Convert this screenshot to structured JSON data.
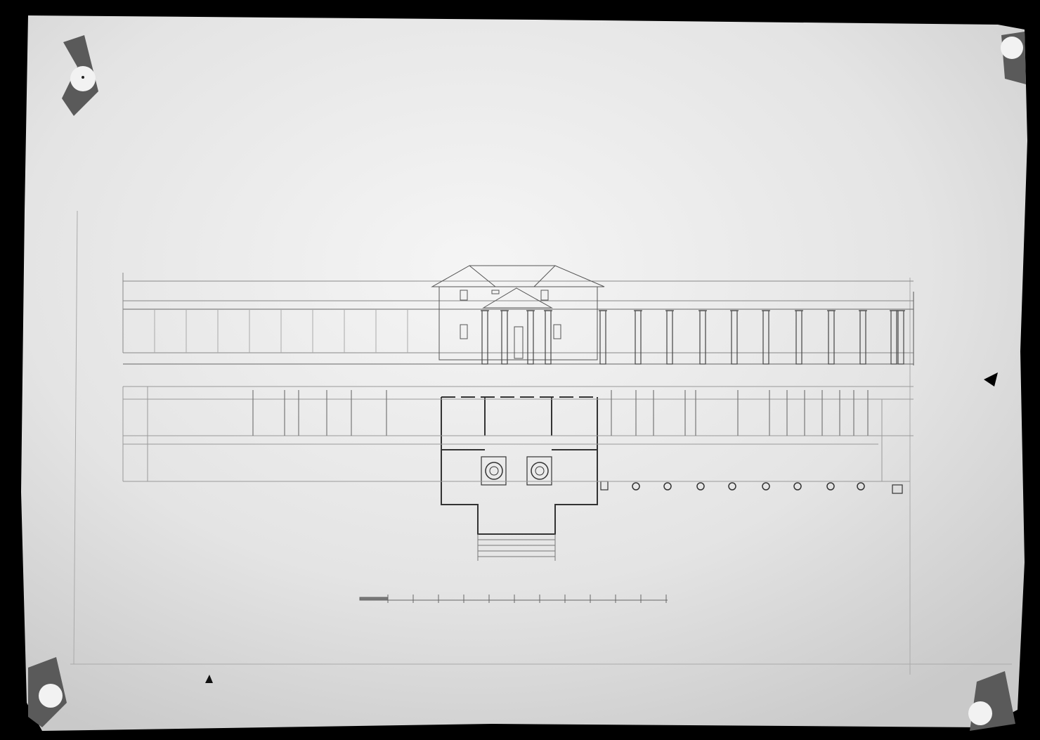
{
  "colors": {
    "background": "#000000",
    "paper": "#e6e6e6",
    "paper_highlight": "#f4f4f4",
    "ink": "#3a3a3a",
    "faint_ink": "#9a9a9a",
    "tape": "#5a5a5a"
  },
  "subject": {
    "drawings": [
      "front-elevation",
      "ground-plan",
      "scale-bar"
    ]
  }
}
